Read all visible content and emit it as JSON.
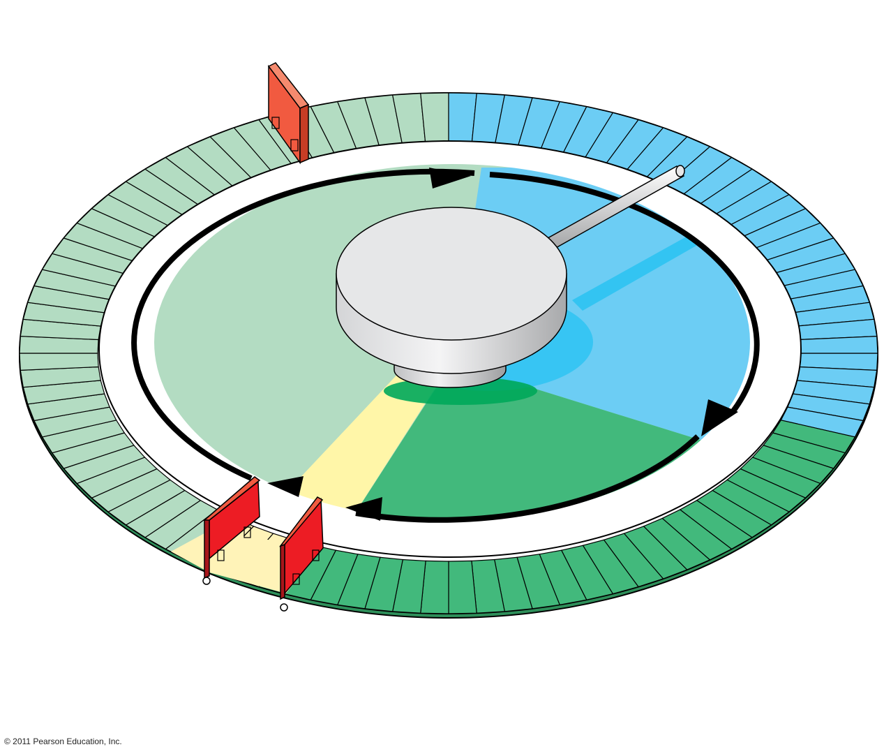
{
  "copyright": "© 2011 Pearson Education, Inc.",
  "colors": {
    "pale_green": "#b3dcc2",
    "blue": "#6ccdf4",
    "deep_blue": "#2ec3f2",
    "green": "#42b97c",
    "dark_green": "#00a85a",
    "yellow": "#fff6a8",
    "pale_yellow": "#fff3b8",
    "red_gate": "#ed1c24",
    "orange_gate": "#f15a40",
    "knob": "#e6e7e8",
    "knob_shade": "#c9cacc",
    "outline": "#000000"
  },
  "icons": {
    "rotation_arrows": "clockwise-arrow",
    "central_knob": "rotating-dial",
    "pointer": "rod-pointer",
    "gates": "hinged-gate"
  }
}
